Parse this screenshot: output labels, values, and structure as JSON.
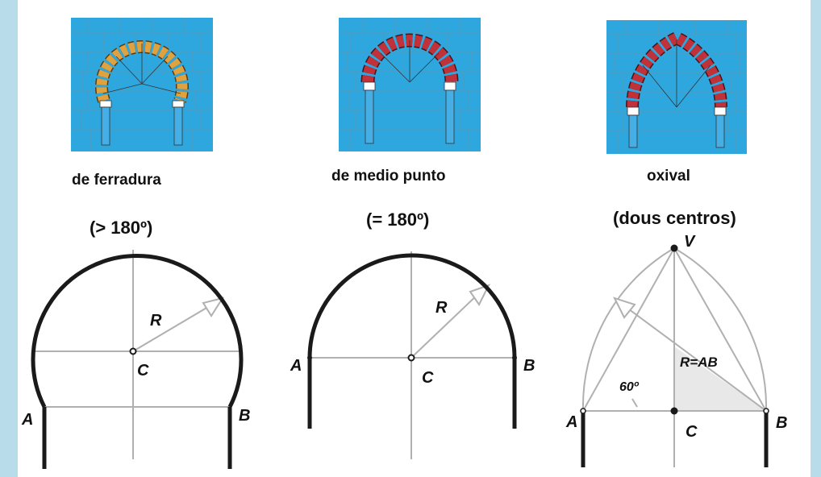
{
  "arches": [
    {
      "name": "de ferradura",
      "angle": "(> 180º)",
      "arch_color": "#e0a23e",
      "labels": {
        "radius": "R",
        "center": "C",
        "left": "A",
        "right": "B"
      }
    },
    {
      "name": "de medio punto",
      "angle": "(= 180º)",
      "arch_color": "#c0313a",
      "labels": {
        "radius": "R",
        "center": "C",
        "left": "A",
        "right": "B"
      }
    },
    {
      "name": "oxival",
      "angle": "(dous centros)",
      "arch_color": "#c0313a",
      "labels": {
        "apex": "V",
        "radius": "R=AB",
        "angle": "60º",
        "center": "C",
        "left": "A",
        "right": "B"
      }
    }
  ],
  "colors": {
    "wall": "#2ea7df",
    "stone_line": "#6f8fa0",
    "column": "#45aee4",
    "outline": "#1a1a1a",
    "construction": "#b0b0b0",
    "shade": "#e8e8e8"
  }
}
